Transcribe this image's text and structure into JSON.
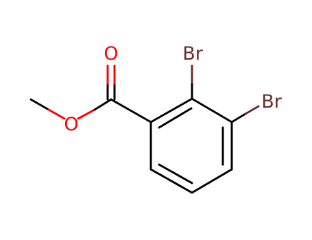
{
  "molecule": {
    "atoms": {
      "carbonyl_oxygen": "O",
      "ester_oxygen": "O",
      "bromine_2": "Br",
      "bromine_3": "Br"
    },
    "colors": {
      "bond": "#000000",
      "oxygen": "#ff0000",
      "bromine": "#6b2b2b"
    }
  }
}
